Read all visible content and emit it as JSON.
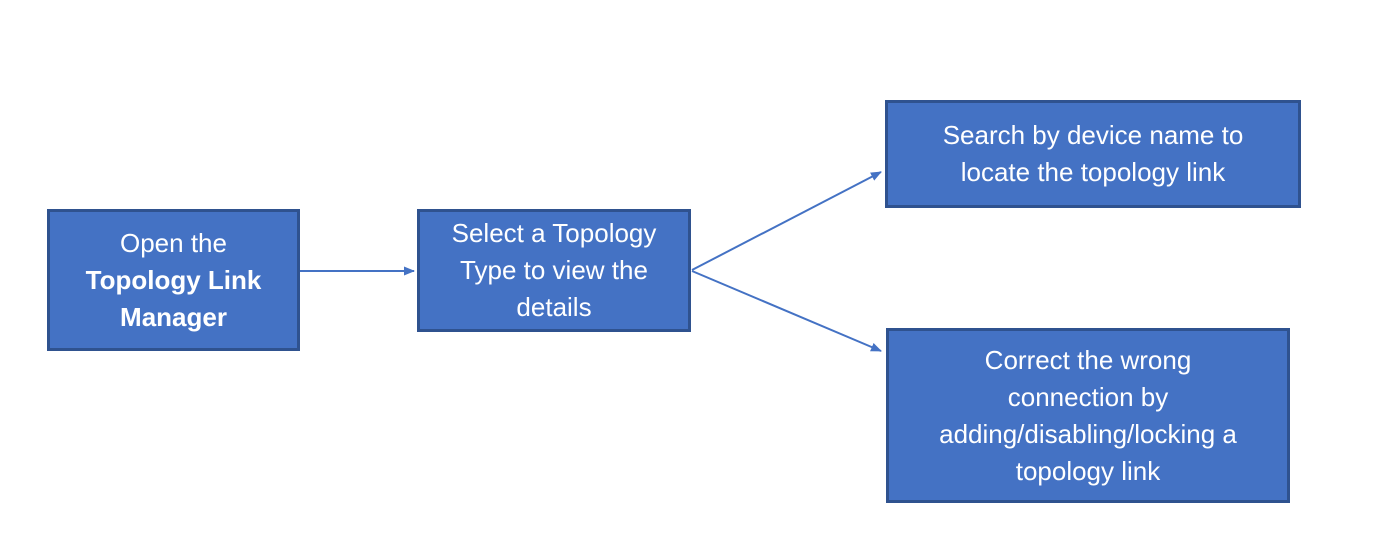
{
  "diagram": {
    "type": "flowchart",
    "colors": {
      "node_fill": "#4472C4",
      "node_border": "#2F528F",
      "node_text": "#FFFFFF",
      "arrow_color": "#4472C4"
    },
    "nodes": {
      "step1": {
        "id": "open-topology-link-manager",
        "line1": "Open the",
        "line2": "Topology Link",
        "line3": "Manager"
      },
      "step2": {
        "id": "select-topology-type",
        "line1": "Select a Topology",
        "line2": "Type to view the",
        "line3": "details"
      },
      "step3": {
        "id": "search-by-device-name",
        "line1": "Search by device name to",
        "line2": "locate the topology link"
      },
      "step4": {
        "id": "correct-wrong-connection",
        "line1": "Correct the wrong",
        "line2": "connection by",
        "line3": "adding/disabling/locking a",
        "line4": "topology link"
      }
    },
    "edges": [
      {
        "from": "open-topology-link-manager",
        "to": "select-topology-type"
      },
      {
        "from": "select-topology-type",
        "to": "search-by-device-name"
      },
      {
        "from": "select-topology-type",
        "to": "correct-wrong-connection"
      }
    ]
  }
}
